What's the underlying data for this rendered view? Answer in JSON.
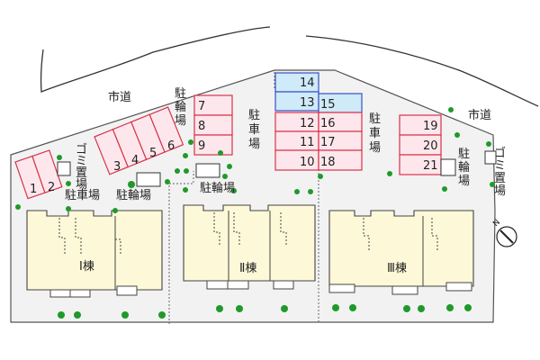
{
  "road_labels": {
    "left": "市道",
    "right": "市道"
  },
  "facility_labels": {
    "parking_1": "駐車場",
    "parking_2": "駐車場",
    "parking_3": "駐車場",
    "bike_1": "駐輪場",
    "bike_2": "駐輪場",
    "bike_3": "駐輪場",
    "bike_4": "駐輪場",
    "garbage_1": "ゴミ置場",
    "garbage_2": "ゴミ置場"
  },
  "buildings": [
    "Ⅰ棟",
    "Ⅱ棟",
    "Ⅲ棟"
  ],
  "compass_label": "N",
  "parking_slots": {
    "group_a": [
      "1",
      "2"
    ],
    "group_b": [
      "3",
      "4",
      "5",
      "6"
    ],
    "group_c": [
      "7",
      "8",
      "9"
    ],
    "group_d": [
      "14",
      "13",
      "12",
      "11",
      "10"
    ],
    "group_e": [
      "15",
      "16",
      "17",
      "18"
    ],
    "group_f": [
      "19",
      "20",
      "21"
    ]
  },
  "highlighted_slots": [
    "14",
    "13",
    "15"
  ],
  "colors": {
    "site_fill": "#f2f2f2",
    "site_stroke": "#555555",
    "slot_fill": "#fde7ec",
    "slot_stroke": "#d6334a",
    "highlight_fill": "#cfeaf8",
    "highlight_stroke": "#3a4fc2",
    "building_fill": "#fdf8d8",
    "building_stroke": "#444444",
    "tree": "#1f9a2a"
  }
}
